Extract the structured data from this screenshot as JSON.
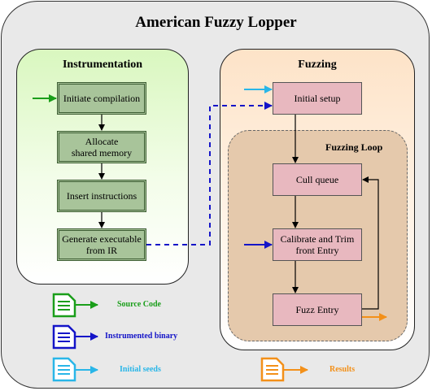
{
  "title": "American Fuzzy Lopper",
  "instrumentation": {
    "title": "Instrumentation",
    "steps": [
      "Initiate compilation",
      "Allocate\nshared memory",
      "Insert instructions",
      "Generate executable\nfrom IR"
    ]
  },
  "fuzzing": {
    "title": "Fuzzing",
    "setup": "Initial setup",
    "loop_title": "Fuzzing Loop",
    "loop_steps": [
      "Cull queue",
      "Calibrate and Trim\nfront Entry",
      "Fuzz Entry"
    ]
  },
  "legend": [
    {
      "label": "Source Code",
      "color": "#1a9e1a"
    },
    {
      "label": "Instrumented binary",
      "color": "#1414c8"
    },
    {
      "label": "Initial seeds",
      "color": "#29b6e8"
    },
    {
      "label": "Results",
      "color": "#f39019"
    }
  ],
  "colors": {
    "green_arrow": "#1a9e1a",
    "blue_arrow": "#1414c8",
    "cyan_arrow": "#29b6e8",
    "orange_arrow": "#f39019",
    "black_arrow": "#000000",
    "dashed_connector": "#1414c8"
  }
}
